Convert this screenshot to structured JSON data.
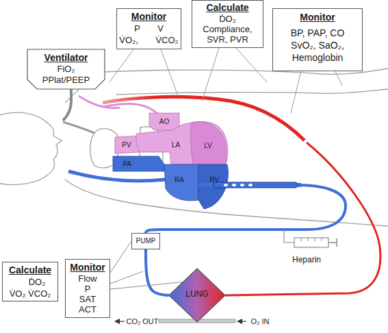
{
  "diagram": {
    "nodes": [
      {
        "text": [
          "Monitor",
          "P V V̇O₂, V̇CO₂"
        ]
      },
      {
        "text": [
          "Calculate",
          "ḊO₂ Compliance, SVR, PVR"
        ]
      },
      {
        "text": [
          "Monitor",
          "BP, PAP, CO SvO₂, SaO₂, Hemoglobin"
        ]
      },
      {
        "text": [
          "Ventilator",
          "FiO₂ PPlat/PEEP"
        ]
      },
      {
        "text": [
          "PUMP"
        ]
      },
      {
        "text": [
          "Calculate",
          "ḊO₂ V̇O₂ V̇CO₂"
        ]
      },
      {
        "text": [
          "Monitor",
          "Flow P SAT ACT"
        ]
      },
      {
        "text": [
          "LUNG"
        ]
      }
    ],
    "edges": [
      {
        "from": 4,
        "to": 7,
        "arrow": "none"
      },
      {
        "from": 6,
        "to": 4,
        "arrow": "none"
      },
      {
        "from": 6,
        "to": 7,
        "arrow": "none"
      }
    ],
    "labels": [
      "AO",
      "PV",
      "LA",
      "LV",
      "PA",
      "RA",
      "RV",
      "Heparin",
      "CO₂ OUT",
      "O₂ IN"
    ]
  }
}
